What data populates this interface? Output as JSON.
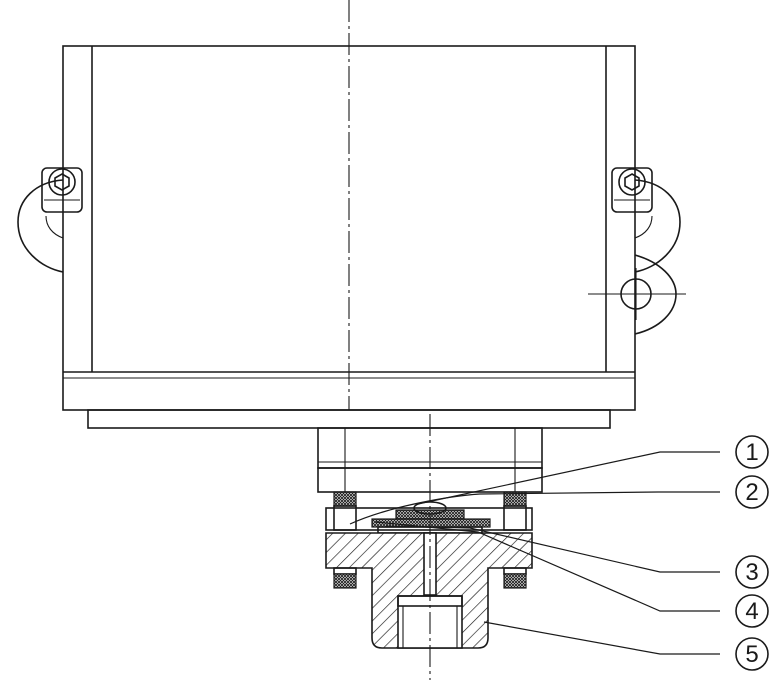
{
  "callouts": [
    {
      "label": "1"
    },
    {
      "label": "2"
    },
    {
      "label": "3"
    },
    {
      "label": "4"
    },
    {
      "label": "5"
    }
  ],
  "colors": {
    "line": "#1a1a1a",
    "background": "#ffffff"
  }
}
